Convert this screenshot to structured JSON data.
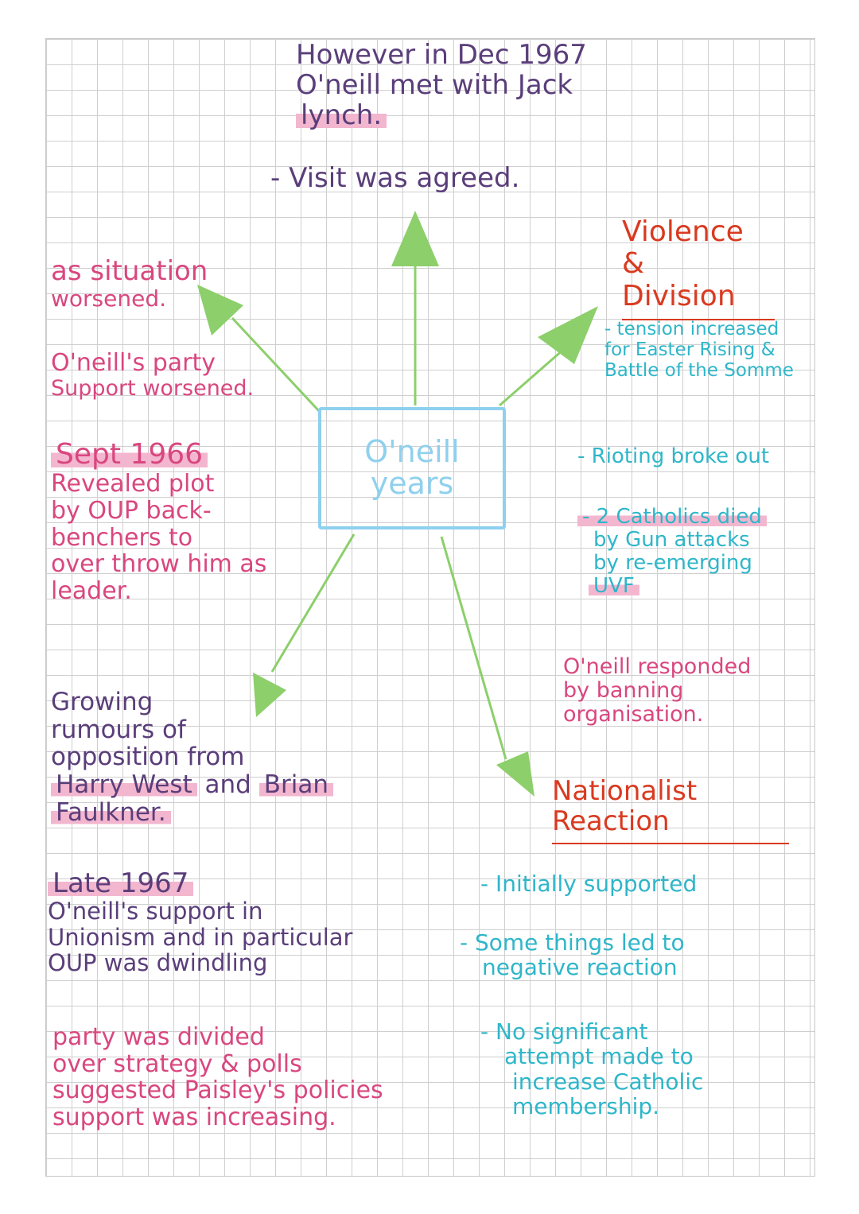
{
  "center": {
    "line1": "O'neill",
    "line2": "years"
  },
  "top": {
    "lines": [
      "However in Dec 1967",
      "O'neill met with Jack",
      "lynch."
    ],
    "bullet": "- Visit was agreed."
  },
  "left_upper": {
    "situation": [
      "as situation",
      "worsened."
    ],
    "party": [
      "O'neill's party",
      "Support worsened."
    ]
  },
  "left_mid": {
    "date": "Sept 1966",
    "lines": [
      "Revealed plot",
      "by OUP back-",
      "benchers to",
      "over throw him as",
      "leader."
    ]
  },
  "left_lower": {
    "lines": [
      "Growing",
      "rumours of",
      "opposition from"
    ],
    "names_line1_a": "Harry West",
    "names_line1_b": "and",
    "names_line1_c": "Brian",
    "names_line2": "Faulkner."
  },
  "bottom_left": {
    "date": "Late 1967",
    "lines": [
      "O'neill's support in",
      "Unionism and in particular",
      "OUP was dwindling"
    ],
    "party_lines": [
      "party was divided",
      "over strategy & polls",
      "suggested Paisley's policies",
      "support was increasing."
    ]
  },
  "violence": {
    "heading": [
      "Violence &",
      "Division"
    ],
    "tension": [
      "- tension increased",
      "for Easter Rising &",
      "Battle of the Somme"
    ],
    "rioting": "- Rioting broke out",
    "catholics_first": "- 2 Catholics died",
    "catholics_rest": [
      "by Gun attacks",
      "by re-emerging"
    ],
    "uvf": "UVF",
    "response": [
      "O'neill responded",
      "by banning",
      "organisation."
    ]
  },
  "nationalist": {
    "heading": [
      "Nationalist",
      "Reaction"
    ],
    "initially": "- Initially supported",
    "some": [
      "- Some things led to",
      "negative reaction"
    ],
    "no_attempt": [
      "- No significant",
      "attempt made to",
      "increase Catholic",
      "membership."
    ]
  },
  "colors": {
    "purple": "#5a3e7a",
    "pink": "#d9477f",
    "red": "#d93a20",
    "teal": "#2fb6c9",
    "blue": "#8fd0ee",
    "green": "#8ccf6b",
    "highlight": "#f3b6cf"
  }
}
